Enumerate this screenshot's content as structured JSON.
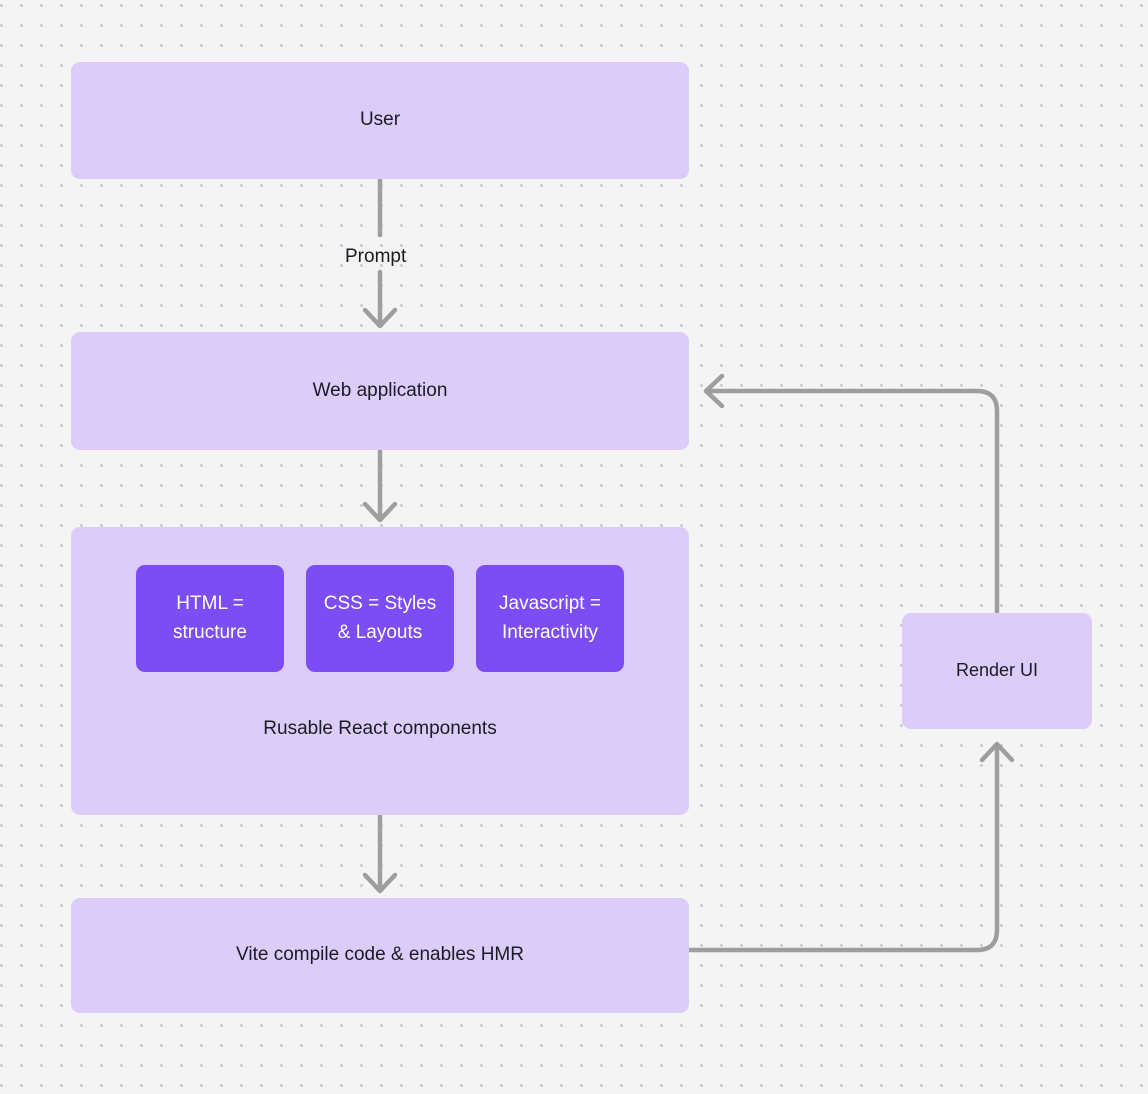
{
  "diagram": {
    "title": "React web application build and render flow",
    "background_color": "#f4f4f4",
    "node_fill": "#dbccfa",
    "accent_fill": "#7c4df4",
    "edge_color": "#9e9e9e",
    "text_color": "#1b1b24"
  },
  "nodes": {
    "user": {
      "label": "User"
    },
    "webapp": {
      "label": "Web application"
    },
    "components": {
      "caption": "Rusable React components",
      "tech": [
        {
          "label": "HTML =\nstructure"
        },
        {
          "label": "CSS = Styles\n& Layouts"
        },
        {
          "label": "Javascript =\nInteractivity"
        }
      ]
    },
    "vite": {
      "label": "Vite compile code & enables HMR"
    },
    "render": {
      "label": "Render UI"
    }
  },
  "edges": {
    "user_to_webapp": {
      "label": "Prompt"
    },
    "webapp_to_components": {
      "label": ""
    },
    "components_to_vite": {
      "label": ""
    },
    "vite_to_render": {
      "label": ""
    },
    "render_to_webapp": {
      "label": ""
    }
  }
}
